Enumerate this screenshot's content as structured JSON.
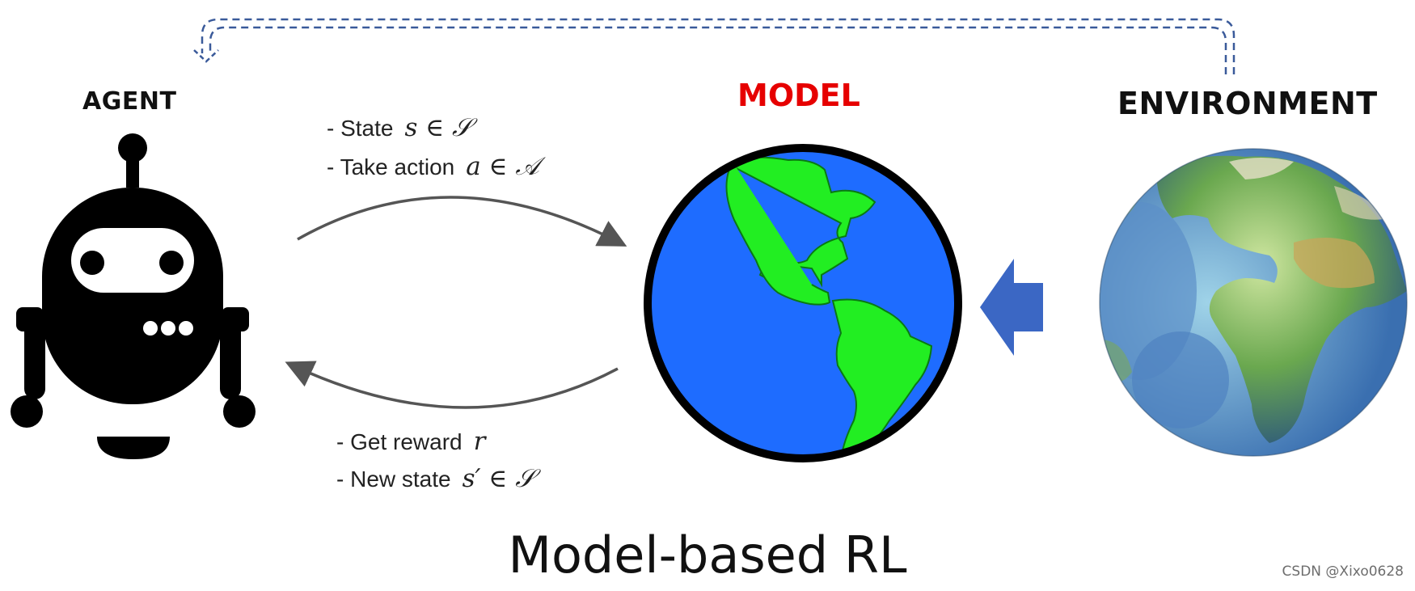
{
  "labels": {
    "agent": "AGENT",
    "model": "MODEL",
    "environment": "ENVIRONMENT"
  },
  "colors": {
    "model_label": "#e60000",
    "feedback_arrow": "#3a5a9a",
    "environment_arrow": "#3b67c4",
    "model_ocean": "#1e6cff",
    "model_land": "#22ee22",
    "flow_arrows": "#555555"
  },
  "annotations": {
    "to_model": [
      {
        "text": "- State",
        "math": "s ∈ 𝒮"
      },
      {
        "text": "- Take action",
        "math": "a ∈ 𝒜"
      }
    ],
    "to_agent": [
      {
        "text": "- Get reward",
        "math": "r"
      },
      {
        "text": "- New state",
        "math": "s′ ∈ 𝒮"
      }
    ]
  },
  "footer": {
    "title": "Model-based RL"
  },
  "watermark": "CSDN @Xixo0628",
  "icons": {
    "agent": "robot-icon",
    "model": "cartoon-globe-icon",
    "environment": "earth-relief-globe-icon"
  }
}
